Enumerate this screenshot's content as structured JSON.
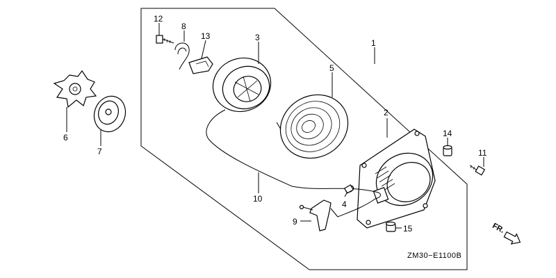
{
  "callouts": {
    "c1": "1",
    "c2": "2",
    "c3": "3",
    "c4": "4",
    "c5": "5",
    "c6": "6",
    "c7": "7",
    "c8": "8",
    "c9": "9",
    "c10": "10",
    "c11": "11",
    "c12": "12",
    "c13": "13",
    "c14": "14",
    "c15": "15"
  },
  "diagram_code": "ZM30−E1100B",
  "direction_label": "FR."
}
